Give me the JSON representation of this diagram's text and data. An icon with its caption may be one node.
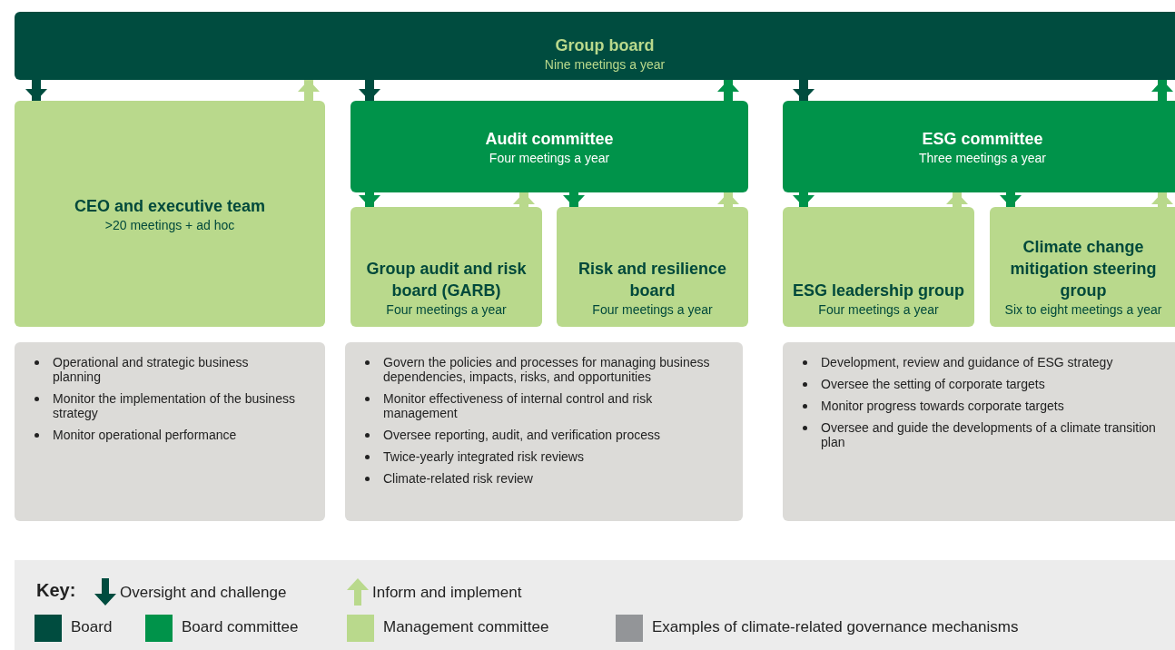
{
  "diagram": {
    "nodes": [
      {
        "text": [
          "Group board",
          "Nine meetings a year"
        ]
      },
      {
        "text": [
          "CEO and executive team",
          ">20 meetings + ad hoc"
        ]
      },
      {
        "text": [
          "Audit committee",
          "Four meetings a year"
        ]
      },
      {
        "text": [
          "Group audit and risk board (GARB)",
          "Four meetings a year"
        ]
      },
      {
        "text": [
          "Risk and resilience board",
          "Four meetings a year"
        ]
      },
      {
        "text": [
          "ESG committee",
          "Three meetings a year"
        ]
      },
      {
        "text": [
          "ESG leadership group",
          "Four meetings a year"
        ]
      },
      {
        "text": [
          "Climate change mitigation steering group",
          "Six to eight meetings a year"
        ]
      },
      {
        "text": [
          "Operational and strategic business planning",
          "Monitor the implementation of the business strategy",
          "Monitor operational performance"
        ]
      },
      {
        "text": [
          "Govern the policies and processes for managing business dependencies, impacts, risks, and opportunities",
          "Monitor effectiveness of internal control and risk management",
          "Oversee reporting, audit, and verification process",
          "Twice-yearly integrated risk reviews",
          "Climate-related risk review"
        ]
      },
      {
        "text": [
          "Development, review and guidance of ESG strategy",
          "Oversee the setting of corporate targets",
          "Monitor progress towards corporate targets",
          "Oversee and guide the developments of a climate transition plan"
        ]
      }
    ],
    "edges": [
      {
        "from": 0,
        "to": 1,
        "arrow": "to",
        "color": "#004c3f"
      },
      {
        "from": 1,
        "to": 0,
        "arrow": "to",
        "color": "#b9d98c"
      },
      {
        "from": 0,
        "to": 2,
        "arrow": "to",
        "color": "#004c3f"
      },
      {
        "from": 2,
        "to": 0,
        "arrow": "to"
      },
      {
        "from": 0,
        "to": 5,
        "arrow": "to",
        "color": "#004c3f"
      },
      {
        "from": 5,
        "to": 0,
        "arrow": "to"
      },
      {
        "from": 2,
        "to": 3,
        "arrow": "to"
      },
      {
        "from": 3,
        "to": 2,
        "arrow": "to",
        "color": "#b9d98c"
      },
      {
        "from": 2,
        "to": 4,
        "arrow": "to"
      },
      {
        "from": 4,
        "to": 2,
        "arrow": "to",
        "color": "#b9d98c"
      },
      {
        "from": 5,
        "to": 6,
        "arrow": "to"
      },
      {
        "from": 6,
        "to": 5,
        "arrow": "to",
        "color": "#b9d98c"
      },
      {
        "from": 5,
        "to": 7,
        "arrow": "to"
      },
      {
        "from": 7,
        "to": 5,
        "arrow": "to",
        "color": "#b9d98c"
      }
    ],
    "labels": [
      "Key:"
    ],
    "legend": [
      {
        "text": "Oversight and challenge"
      },
      {
        "text": "Inform and implement"
      },
      {
        "text": "Board",
        "color": "#004c3f"
      },
      {
        "text": "Board committee",
        "color": "#00934a"
      },
      {
        "text": "Management committee",
        "color": "#b9d98c"
      },
      {
        "text": "Examples of climate-related governance mechanisms",
        "color": "#939598"
      }
    ]
  }
}
